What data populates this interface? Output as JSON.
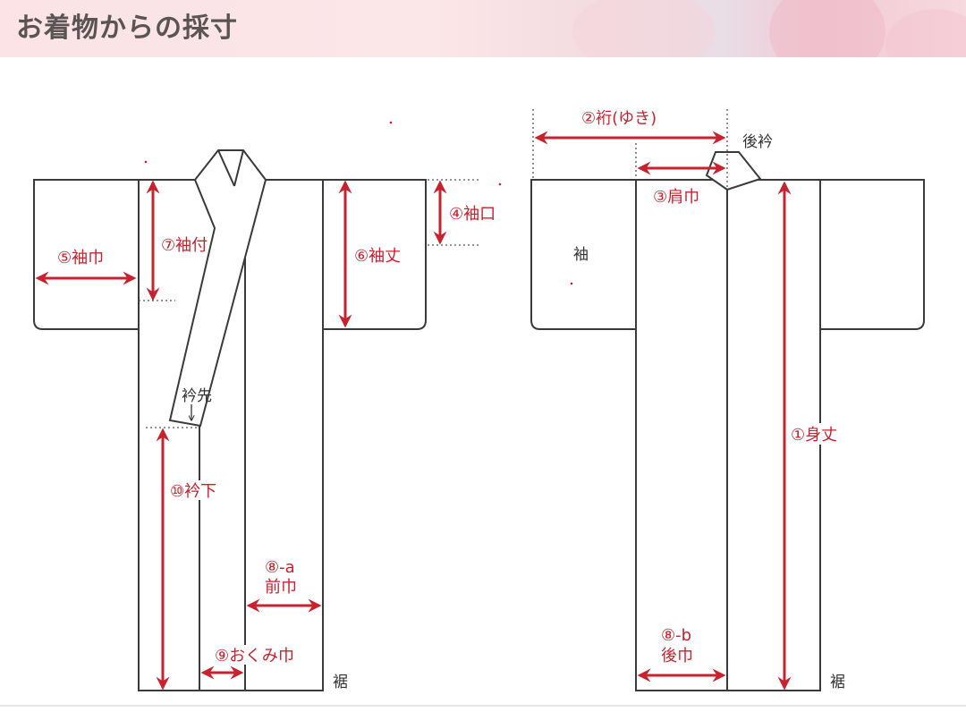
{
  "header": {
    "title": "お着物からの採寸"
  },
  "diagram": {
    "front": {
      "sleeve_width": "⑤袖巾",
      "sleeve_attach": "⑦袖付",
      "sleeve_length": "⑥袖丈",
      "sleeve_opening": "④袖口",
      "collar_tip": "衿先",
      "collar_below": "⑩衿下",
      "front_width_num": "⑧-a",
      "front_width": "前巾",
      "okumi_width": "⑨おくみ巾",
      "hem": "裾"
    },
    "back": {
      "yuki": "②裄(ゆき)",
      "back_collar": "後衿",
      "shoulder_width": "③肩巾",
      "sleeve": "袖",
      "body_length": "①身丈",
      "back_width_num": "⑧-b",
      "back_width": "後巾",
      "hem": "裾"
    }
  },
  "colors": {
    "accent_red": "#c8222e",
    "outline": "#3a3a3a",
    "title_text": "#5a5455"
  }
}
